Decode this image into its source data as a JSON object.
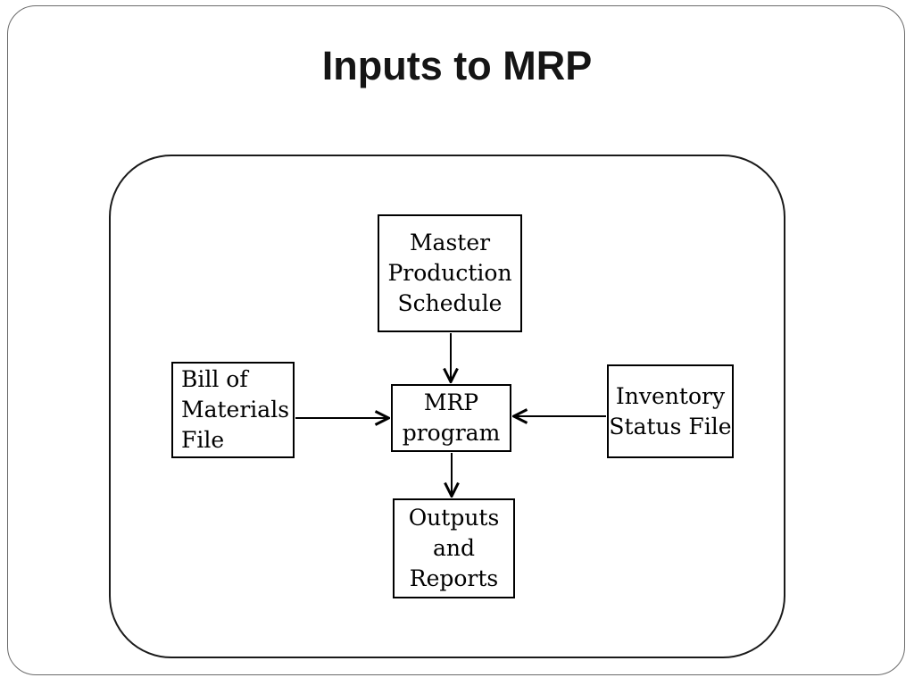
{
  "slide": {
    "title": "Inputs to MRP"
  },
  "diagram": {
    "nodes": {
      "master_production_schedule": {
        "label": "Master\nProduction\nSchedule"
      },
      "bill_of_materials_file": {
        "label": "Bill of\nMaterials\nFile"
      },
      "mrp_program": {
        "label": "MRP\nprogram"
      },
      "inventory_status_file": {
        "label": "Inventory\nStatus File"
      },
      "outputs_and_reports": {
        "label": "Outputs\nand\nReports"
      }
    },
    "edges": [
      {
        "from": "master_production_schedule",
        "to": "mrp_program"
      },
      {
        "from": "bill_of_materials_file",
        "to": "mrp_program"
      },
      {
        "from": "inventory_status_file",
        "to": "mrp_program"
      },
      {
        "from": "mrp_program",
        "to": "outputs_and_reports"
      }
    ],
    "colors": {
      "line": "#000000",
      "slide_border": "#6b6b6b",
      "background": "#ffffff",
      "text": "#000000"
    }
  }
}
